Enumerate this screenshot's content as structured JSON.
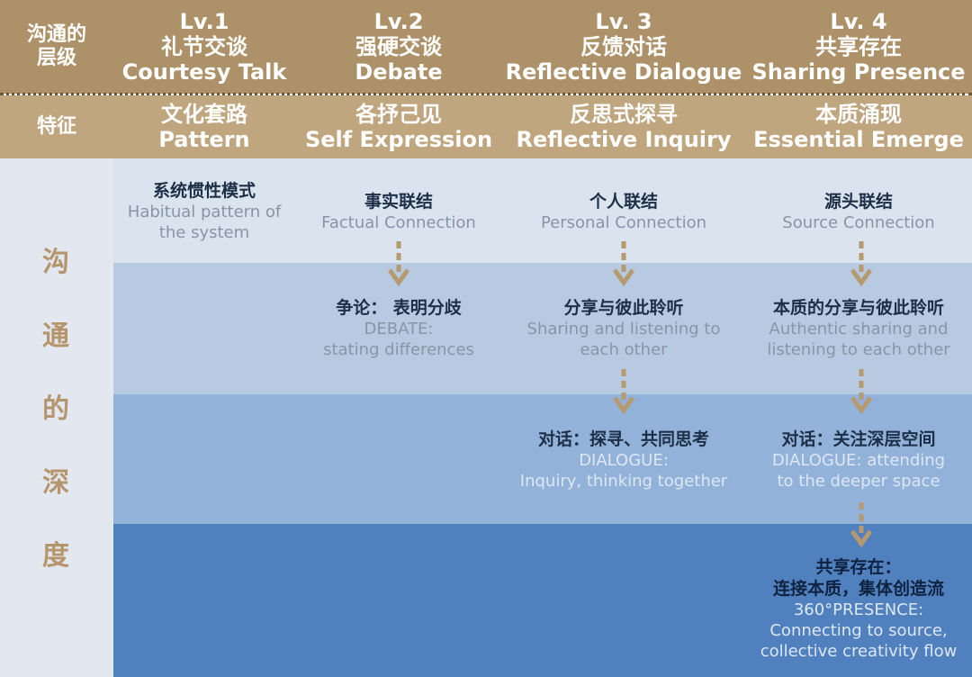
{
  "header_levels": {
    "row_label": [
      "沟通的",
      "层级"
    ],
    "columns": [
      {
        "lv": "Lv.1",
        "zh": "礼节交谈",
        "en": "Courtesy Talk"
      },
      {
        "lv": "Lv.2",
        "zh": "强硬交谈",
        "en": "Debate"
      },
      {
        "lv": "Lv. 3",
        "zh": "反馈对话",
        "en": "Reflective Dialogue"
      },
      {
        "lv": "Lv. 4",
        "zh": "共享存在",
        "en": "Sharing Presence"
      }
    ]
  },
  "header_features": {
    "row_label": "特征",
    "columns": [
      {
        "zh": "文化套路",
        "en": "Pattern"
      },
      {
        "zh": "各抒己见",
        "en": "Self Expression"
      },
      {
        "zh": "反思式探寻",
        "en": "Reflective Inquiry"
      },
      {
        "zh": "本质涌现",
        "en": "Essential Emerge"
      }
    ]
  },
  "depth_label": [
    "沟",
    "通",
    "的",
    "深",
    "度"
  ],
  "cells": {
    "r1c1": {
      "zh": "系统惯性模式",
      "en": [
        "Habitual pattern of",
        "the system"
      ]
    },
    "r1c2": {
      "zh": "事实联结",
      "en": [
        "Factual Connection"
      ]
    },
    "r1c3": {
      "zh": "个人联结",
      "en": [
        "Personal Connection"
      ]
    },
    "r1c4": {
      "zh": "源头联结",
      "en": [
        "Source Connection"
      ]
    },
    "r2c2": {
      "zh": "争论：  表明分歧",
      "en": [
        "DEBATE:",
        "stating differences"
      ]
    },
    "r2c3": {
      "zh": "分享与彼此聆听",
      "en": [
        "Sharing and listening to",
        "each other"
      ]
    },
    "r2c4": {
      "zh": "本质的分享与彼此聆听",
      "en": [
        "Authentic sharing and",
        "listening to each other"
      ]
    },
    "r3c3": {
      "zh": "对话：探寻、共同思考",
      "en": [
        "DIALOGUE:",
        "Inquiry, thinking together"
      ]
    },
    "r3c4": {
      "zh": "对话：关注深层空间",
      "en": [
        "DIALOGUE: attending",
        "to the deeper space"
      ]
    },
    "r4c4": {
      "zh": [
        "共享存在：",
        "连接本质，集体创造流"
      ],
      "en": [
        "360°PRESENCE:",
        "Connecting to source,",
        "collective creativity flow"
      ]
    }
  },
  "colors": {
    "header_top": "#ad9168",
    "header_sub": "#bfa67f",
    "arrow": "#b5996f",
    "band1": "#dbe3ef",
    "band2": "#b8cae2",
    "band3": "#93b2d9",
    "band4": "#5081be"
  },
  "arrow_icon": "dashed-down-arrow-icon"
}
